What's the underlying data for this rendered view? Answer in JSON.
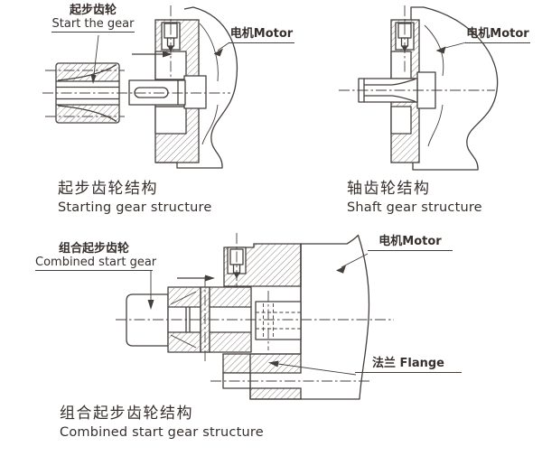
{
  "figures": {
    "starting_gear": {
      "part_label_cn": "起步齿轮",
      "part_label_en": "Start the gear",
      "motor_label": "电机Motor",
      "caption_cn": "起步齿轮结构",
      "caption_en": "Starting gear structure"
    },
    "shaft_gear": {
      "motor_label": "电机Motor",
      "caption_cn": "轴齿轮结构",
      "caption_en": "Shaft gear structure"
    },
    "combined_gear": {
      "part_label_cn": "组合起步齿轮",
      "part_label_en": "Combined start gear",
      "motor_label": "电机Motor",
      "flange_label": "法兰 Flange",
      "caption_cn": "组合起步齿轮结构",
      "caption_en": "Combined start gear structure"
    }
  },
  "icons": {
    "direction_arrow": "filled right-pointing triangle with tail line",
    "leader_arrow": "filled slender triangle at end of leader line"
  },
  "colors": {
    "line": "#453f3c",
    "text": "#362f2c",
    "background": "#ffffff"
  }
}
